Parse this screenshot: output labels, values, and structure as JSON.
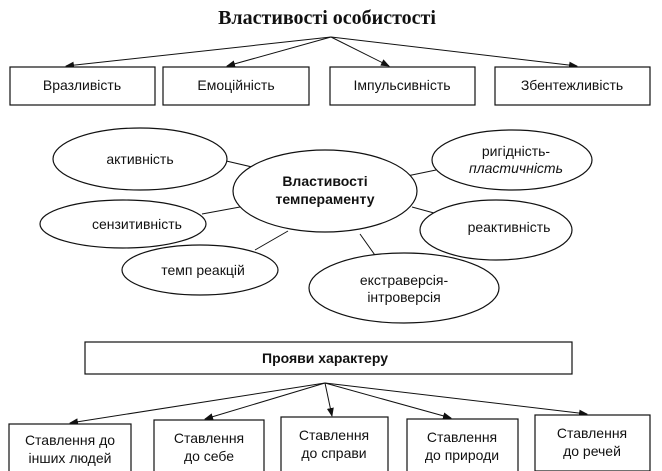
{
  "title": "Властивості особистості",
  "personality_traits": [
    "Вразливість",
    "Емоційність",
    "Імпульсивність",
    "Збентежливість"
  ],
  "temperament": {
    "center": [
      "Властивості",
      "темпераменту"
    ],
    "properties": {
      "activity": [
        "активність"
      ],
      "rigidity": [
        "ригідність-",
        "пластичність"
      ],
      "sensitivity": [
        "сензитивність"
      ],
      "reactivity": [
        "реактивність"
      ],
      "tempo": [
        "темп реакцій"
      ],
      "extraversion": [
        "екстраверсія-",
        "інтроверсія"
      ]
    }
  },
  "character": {
    "title": "Прояви характеру",
    "attitudes": [
      [
        "Ставлення до",
        "інших людей"
      ],
      [
        "Ставлення",
        "до себе"
      ],
      [
        "Ставлення",
        "до справи"
      ],
      [
        "Ставлення",
        "до природи"
      ],
      [
        "Ставлення",
        "до речей"
      ]
    ]
  }
}
